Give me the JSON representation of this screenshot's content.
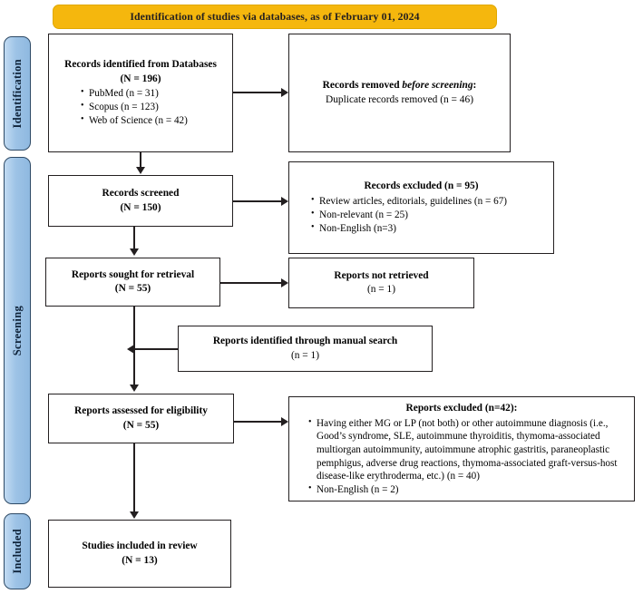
{
  "figure": {
    "type": "prisma-flow-diagram",
    "banner": {
      "label": "Identification of studies via databases, as of February 01, 2024",
      "color": "#F5B70D"
    },
    "phases": [
      {
        "id": "identification",
        "label": "Identification",
        "color": "#9DC3E6"
      },
      {
        "id": "screening",
        "label": "Screening",
        "color": "#9DC3E6"
      },
      {
        "id": "included",
        "label": "Included",
        "color": "#9DC3E6"
      }
    ],
    "boxes": {
      "records_identified": {
        "title": "Records identified from Databases",
        "count": "(N = 196)",
        "items": [
          "PubMed (n = 31)",
          "Scopus (n = 123)",
          "Web of Science (n = 42)"
        ]
      },
      "records_removed": {
        "title_pre": "Records removed ",
        "title_italic": "before screening",
        "title_post": ":",
        "line2": "Duplicate records removed (n = 46)"
      },
      "records_screened": {
        "title": "Records screened",
        "count": "(N = 150)"
      },
      "records_excluded": {
        "title": "Records excluded (n = 95)",
        "items": [
          "Review articles, editorials, guidelines (n = 67)",
          "Non-relevant (n = 25)",
          "Non-English (n=3)"
        ]
      },
      "reports_sought": {
        "title": "Reports sought for retrieval",
        "count": "(N = 55)"
      },
      "reports_not_retrieved": {
        "title": "Reports not retrieved",
        "count": "(n = 1)"
      },
      "manual_search": {
        "title": "Reports identified through manual search",
        "count": "(n = 1)"
      },
      "reports_assessed": {
        "title": "Reports assessed for eligibility",
        "count": "(N = 55)"
      },
      "reports_excluded": {
        "title": "Reports excluded (n=42):",
        "items": [
          "Having either MG or LP (not both) or other autoimmune diagnosis (i.e., Good’s syndrome, SLE, autoimmune thyroiditis, thymoma-associated multiorgan autoimmunity, autoimmune atrophic gastritis, paraneoplastic pemphigus, adverse drug reactions, thymoma-associated graft-versus-host disease-like erythroderma, etc.) (n = 40)",
          "Non-English (n = 2)"
        ]
      },
      "studies_included": {
        "title": "Studies included in review",
        "count": "(N = 13)"
      }
    }
  }
}
